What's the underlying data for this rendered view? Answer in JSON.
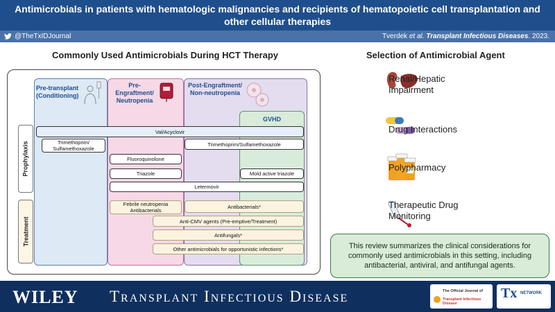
{
  "header": {
    "title": "Antimicrobials in patients with hematologic malignancies and recipients of hematopoietic cell transplantation and other cellular therapies"
  },
  "subbar": {
    "handle": "@TheTxIDJournal",
    "author": "Tverdek",
    "etal": "et al.",
    "journal": "Transplant Infectious Diseases",
    "year": ". 2023."
  },
  "left": {
    "title": "Commonly Used Antimicrobials During HCT Therapy",
    "columns": {
      "pretransplant": "Pre-transplant (Conditioning)",
      "preengraftment": "Pre-Engraftment/ Neutropenia",
      "postengraftment": "Post-Engraftment/ Non-neutropenia",
      "gvhd": "GVHD"
    },
    "side": {
      "prophylaxis": "Prophylaxis",
      "treatment": "Treatment"
    },
    "items": {
      "valacyclovir": "Val/Acyclovir",
      "tmp_smx_1": "Trimethoprim/ Sulfamethoxazole",
      "tmp_smx_2": "Trimethoprim/Sulfamethoxazole",
      "fluoroquinolone": "Fluoroquinolone",
      "triazole": "Triazole",
      "mold_triazole": "Mold active triazole",
      "letermovir": "Letermovir",
      "febrile": "Febrile neutropenia Antibacterials",
      "antibacterials": "Antibacterials*",
      "anticmv": "Anti-CMV agents (Pre-emptive/Treatment)",
      "antifungals": "Antifungals*",
      "other": "Other antimicrobials for opportunistic infections*"
    }
  },
  "right": {
    "title": "Selection of Antimicrobial Agent",
    "items": [
      {
        "label": "Renal/Hepatic Impairment"
      },
      {
        "label": "Drug Interactions"
      },
      {
        "label": "Polypharmacy"
      },
      {
        "label": "Therapeutic Drug Monitoring"
      }
    ],
    "summary": "This review summarizes the clinical considerations for commonly used antimicrobials in this setting, including antibacterial, antiviral, and antifungal agents."
  },
  "footer": {
    "publisher": "WILEY",
    "journal": "Transplant Infectious Disease",
    "official_line1": "The Official Journal of",
    "official_line2": "Transplant Infectious Disease",
    "txnet": "Tx",
    "txnet_sub": "NETWORK"
  },
  "colors": {
    "header": "#1f4e8c",
    "pretransplant": "#dde9f5",
    "preengraftment": "#f6d8e6",
    "postengraftment": "#e4dcef",
    "gvhd": "#d9ecdc",
    "summary": "#d8ecd8"
  }
}
